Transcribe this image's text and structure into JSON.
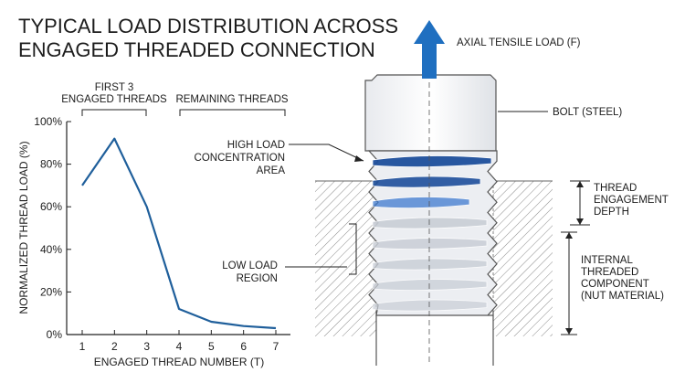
{
  "title": {
    "line1": "TYPICAL LOAD DISTRIBUTION ACROSS",
    "line2": "ENGAGED THREADED CONNECTION"
  },
  "annotations": {
    "first3_line1": "FIRST 3",
    "first3_line2": "ENGAGED THREADS",
    "remaining": "REMAINING THREADS",
    "axial_load": "AXIAL TENSILE LOAD (F)",
    "bolt": "BOLT (STEEL)",
    "high_load_1": "HIGH LOAD",
    "high_load_2": "CONCENTRATION",
    "high_load_3": "AREA",
    "engagement_1": "THREAD",
    "engagement_2": "ENGAGEMENT",
    "engagement_3": "DEPTH",
    "low_load_1": "LOW LOAD",
    "low_load_2": "REGION",
    "internal_1": "INTERNAL",
    "internal_2": "THREADED",
    "internal_3": "COMPONENT",
    "internal_4": "(NUT MATERIAL)"
  },
  "colors": {
    "line": "#1f5f9b",
    "arrow": "#1f6fc0",
    "high_load": "#1e4f9c",
    "mid_load": "#3f7bd0",
    "low_load": "#c9ced6",
    "hatch": "#8a8a8a"
  },
  "chart_data": {
    "type": "line",
    "x": [
      1,
      2,
      3,
      4,
      5,
      6,
      7
    ],
    "y": [
      70,
      92,
      60,
      12,
      6,
      4,
      3
    ],
    "ylim": [
      0,
      100
    ],
    "xlim": [
      1,
      7
    ],
    "yticks": [
      "0%",
      "20%",
      "40%",
      "60%",
      "80%",
      "100%"
    ],
    "xticks": [
      "1",
      "2",
      "3",
      "4",
      "5",
      "6",
      "7"
    ],
    "xlabel": "ENGAGED THREAD NUMBER (T)",
    "ylabel": "NORMALIZED THREAD LOAD (%)",
    "grid": false
  }
}
